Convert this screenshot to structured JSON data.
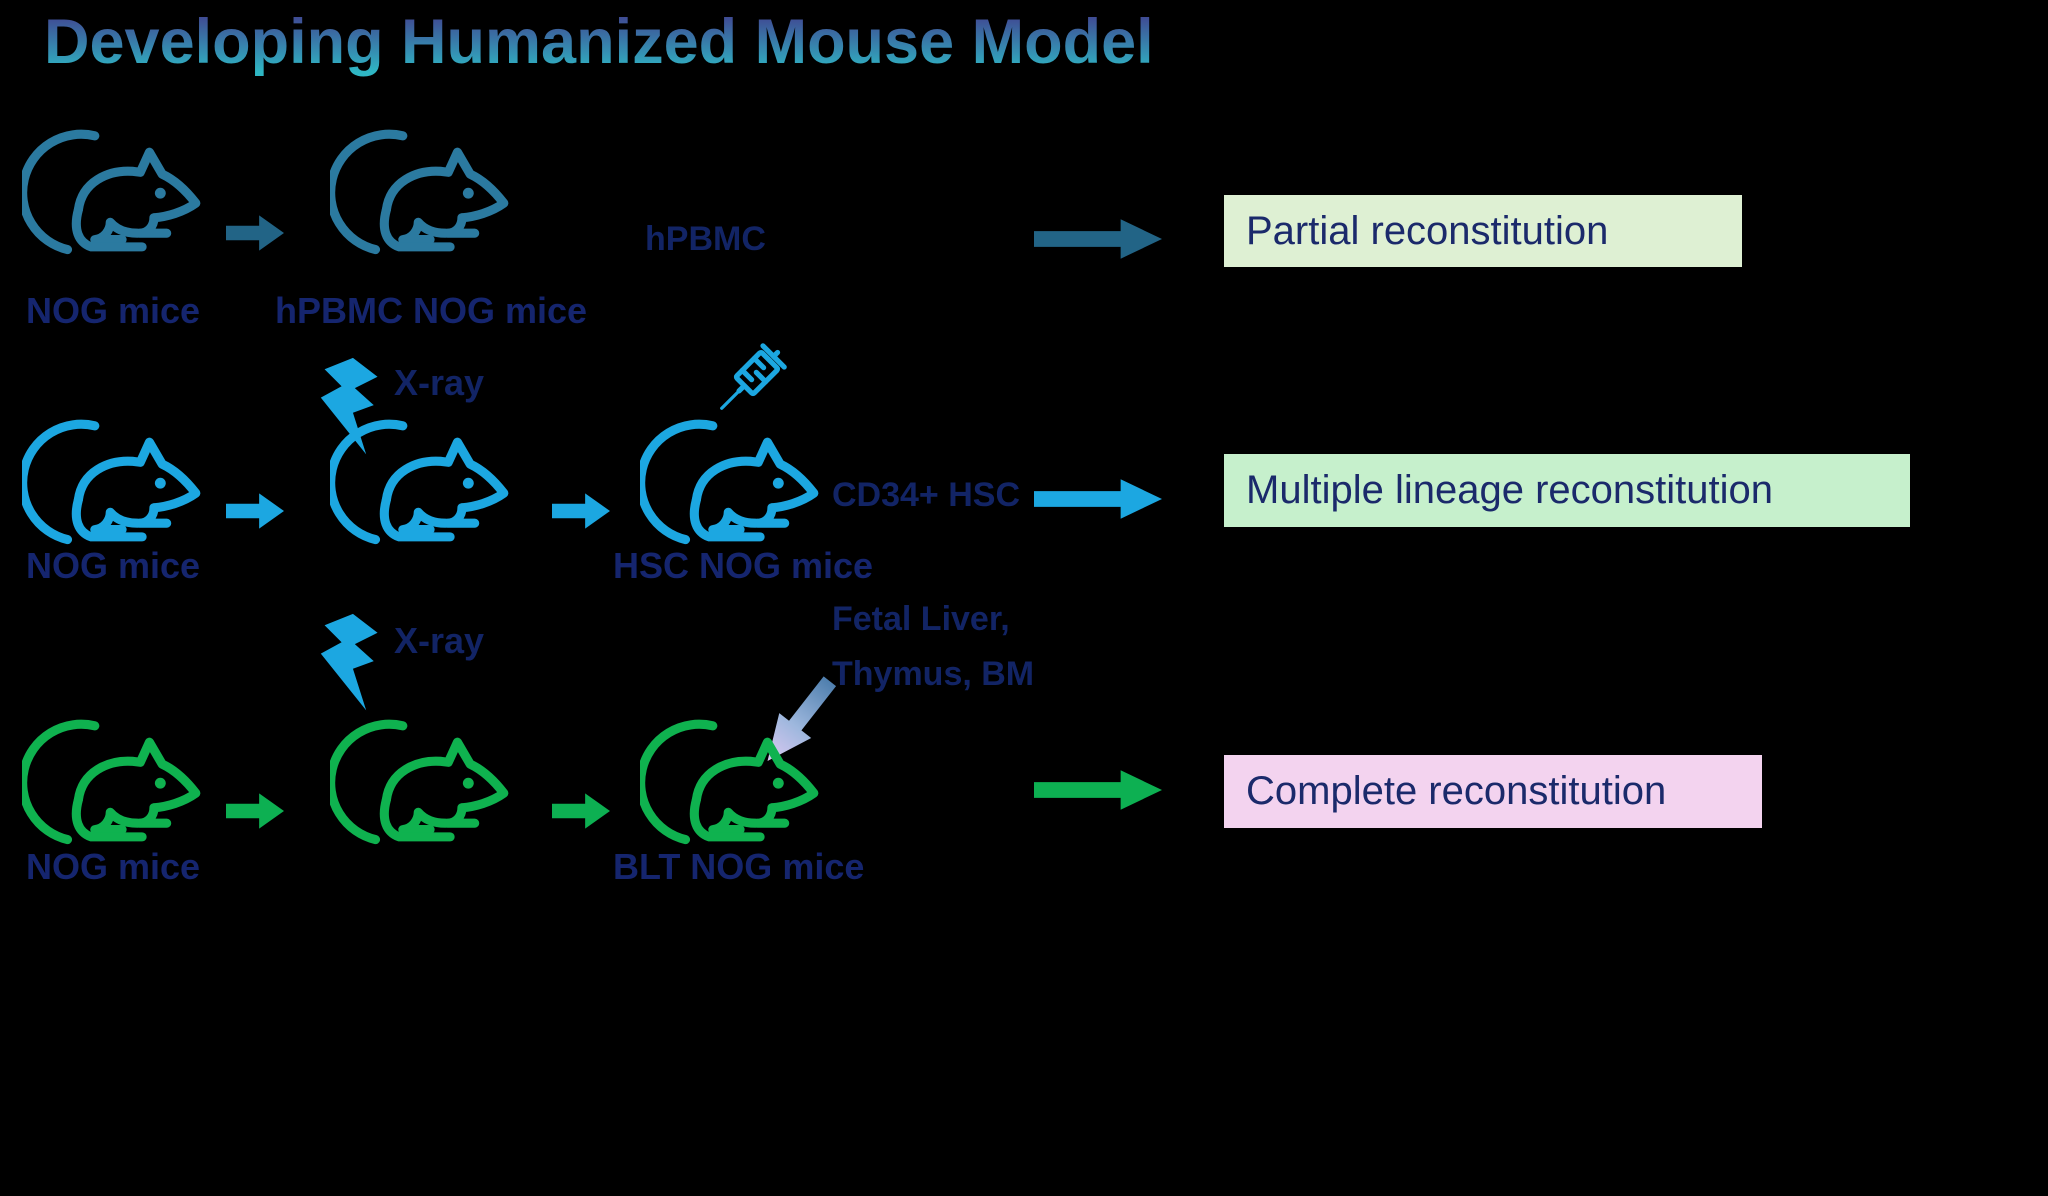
{
  "title": {
    "text": "Developing Humanized Mouse Model"
  },
  "colors": {
    "background": "#000000",
    "title_gradient_top": "#41418f",
    "title_gradient_bottom": "#2fb7c4",
    "row1_teal": "#2b7aa0",
    "row2_blue": "#1ca7e1",
    "row3_green": "#0fb24f",
    "label_navy": "#15256e",
    "annotation_navy": "#122465",
    "box_text_navy": "#1b2a6b",
    "box1_bg": "#def0d3",
    "box2_bg": "#c6f0cc",
    "box3_bg": "#f3d3ef",
    "xray_bolt_blue": "#1ca7e1",
    "gradient_arrow_top": "#4f7fae",
    "gradient_arrow_tip": "#ddc9f2"
  },
  "icons": {
    "mouse": "mouse-icon",
    "arrow_right": "arrow-right-icon",
    "lightning": "lightning-bolt-icon",
    "syringe": "syringe-icon",
    "gradient_arrow": "arrow-down-left-icon"
  },
  "rows": [
    {
      "name": "hPBMC NOG row",
      "mouse1_label": "NOG mice",
      "mouse2_label": "hPBMC NOG mice",
      "transfer_label": "hPBMC",
      "result": "Partial reconstitution"
    },
    {
      "name": "HSC NOG row",
      "xray_label": "X-ray",
      "mouse1_label": "NOG mice",
      "mouse3_label": "HSC NOG mice",
      "transfer_label": "CD34+ HSC",
      "result": "Multiple lineage reconstitution"
    },
    {
      "name": "BLT NOG row",
      "xray_label": "X-ray",
      "mouse1_label": "NOG mice",
      "mouse3_label": "BLT NOG mice",
      "transfer_label_line1": "Fetal Liver,",
      "transfer_label_line2": "Thymus, BM",
      "result": "Complete reconstitution"
    }
  ]
}
